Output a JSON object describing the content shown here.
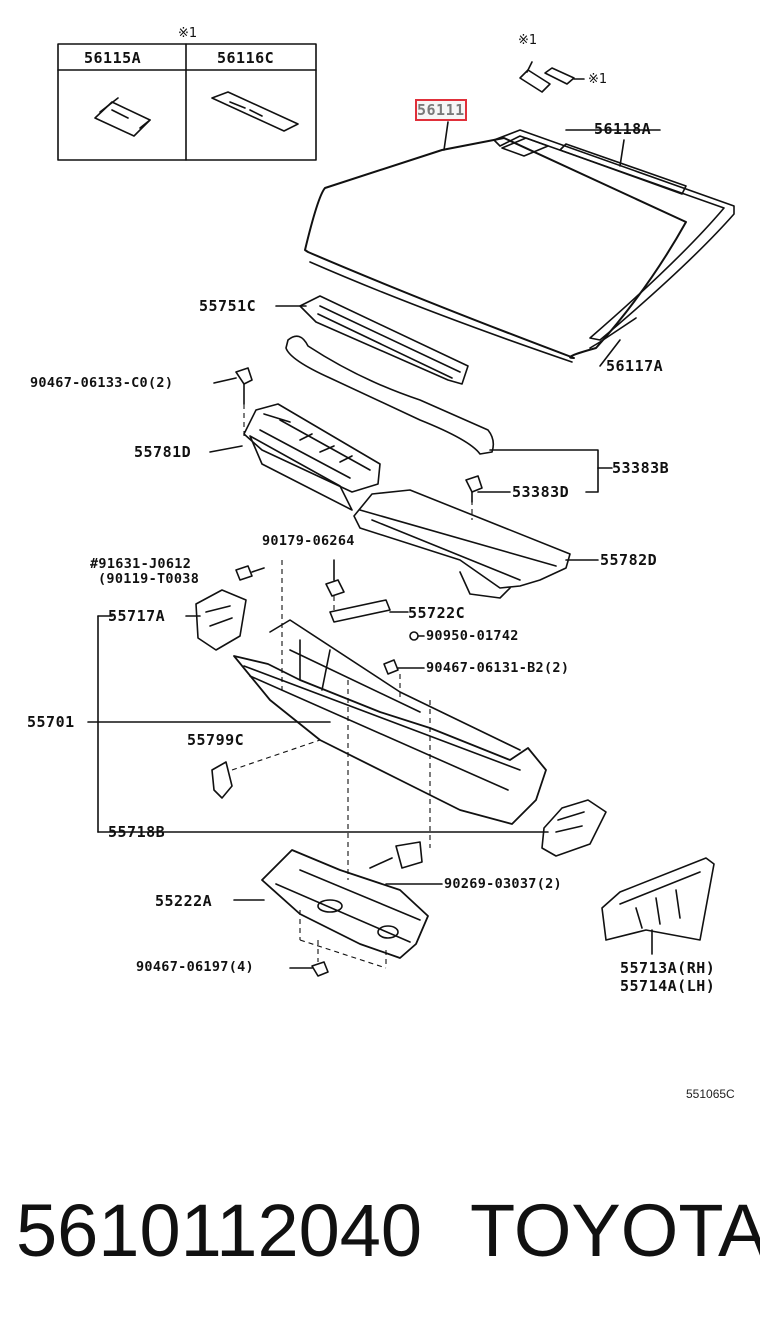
{
  "labels": {
    "part_56111": "56111",
    "part_56118A": "56118A",
    "part_56117A": "56117A",
    "part_55751C": "55751C",
    "part_90467_06133": "90467-06133-C0(2)",
    "part_55781D": "55781D",
    "part_53383B": "53383B",
    "part_53383D": "53383D",
    "part_55782D": "55782D",
    "part_91631": "#91631-J0612",
    "part_90119": "(90119-T0038",
    "part_90179": "90179-06264",
    "part_55717A": "55717A",
    "part_55722C": "55722C",
    "part_90950": "90950-01742",
    "part_90467_06131": "90467-06131-B2(2)",
    "part_55701": "55701",
    "part_55799C": "55799C",
    "part_55718B": "55718B",
    "part_90269": "90269-03037(2)",
    "part_55222A": "55222A",
    "part_90467_06197": "90467-06197(4)",
    "part_55713A": "55713A(RH)",
    "part_55714A": "55714A(LH)"
  },
  "inset_table": {
    "note": "※1",
    "col1": "56115A",
    "col2": "56116C"
  },
  "notes": {
    "mark_top": "※1",
    "mark_right": "※1"
  },
  "diagram_code": "551065C",
  "footer": {
    "part_number": "5610112040",
    "brand": "TOYOTA"
  }
}
